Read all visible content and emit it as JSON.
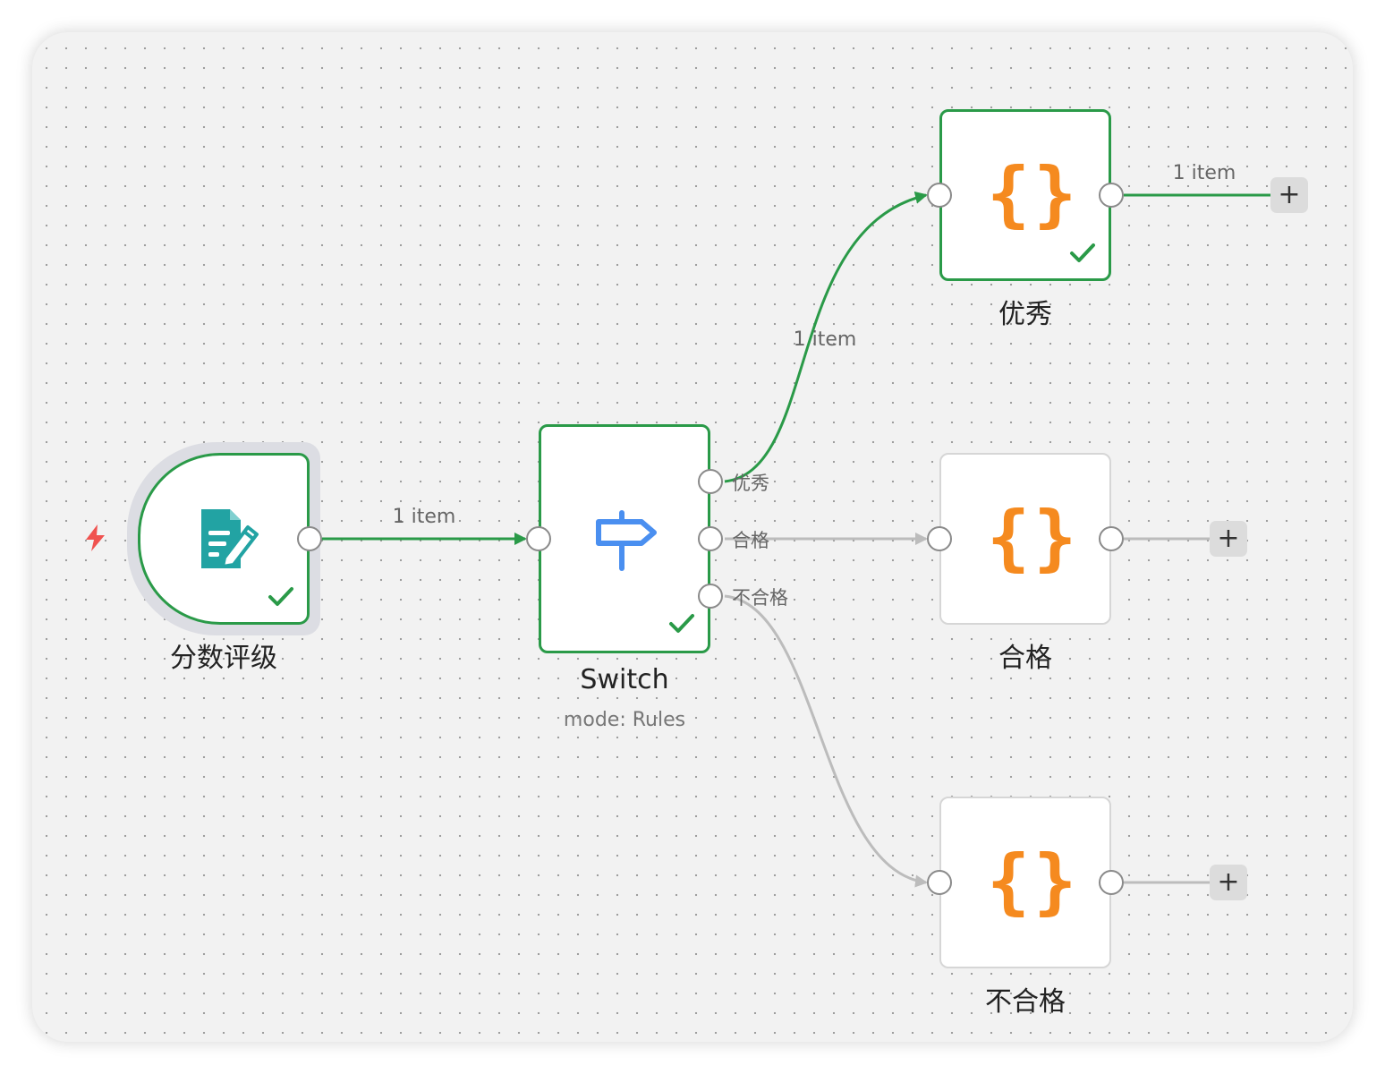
{
  "colors": {
    "success": "#2a9a48",
    "idle_edge": "#bcbcbc",
    "code_accent": "#f58a1f",
    "switch_accent": "#4a8ff0",
    "form_accent": "#22a3a3",
    "trigger_accent": "#f0524f"
  },
  "trigger": {
    "title": "分数评级",
    "icon": "form-edit-icon",
    "status": "success"
  },
  "switch_node": {
    "title": "Switch",
    "subtitle": "mode: Rules",
    "icon": "signpost-icon",
    "status": "success",
    "outputs": [
      "优秀",
      "合格",
      "不合格"
    ]
  },
  "code_nodes": [
    {
      "title": "优秀",
      "icon": "braces-icon",
      "status": "success"
    },
    {
      "title": "合格",
      "icon": "braces-icon",
      "status": "idle"
    },
    {
      "title": "不合格",
      "icon": "braces-icon",
      "status": "idle"
    }
  ],
  "edges": {
    "trigger_to_switch": "1 item",
    "switch_to_excellent": "1 item",
    "excellent_out": "1 item"
  },
  "add_button_label": "+"
}
